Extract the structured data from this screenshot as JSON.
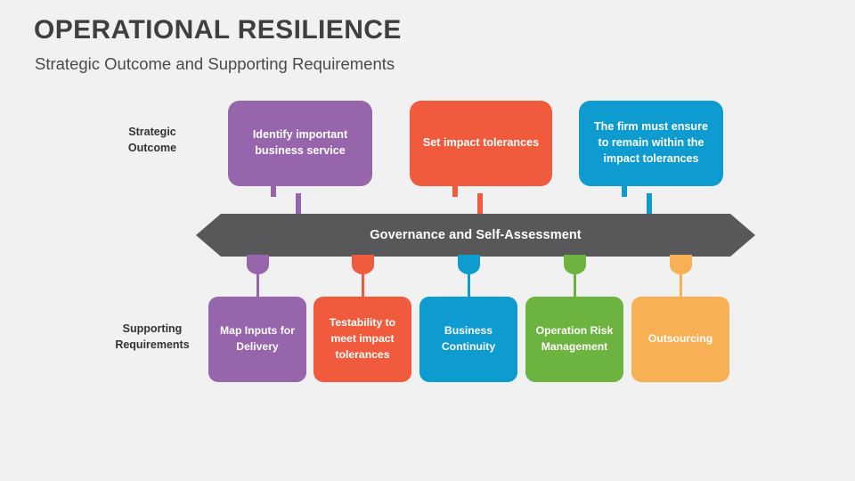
{
  "header": {
    "title": "OPERATIONAL RESILIENCE",
    "subtitle": "Strategic Outcome and Supporting Requirements"
  },
  "row_labels": {
    "strategic": "Strategic\nOutcome",
    "strategic_line1": "Strategic",
    "strategic_line2": "Outcome",
    "supporting_line1": "Supporting",
    "supporting_line2": "Requirements"
  },
  "center_bar": {
    "label": "Governance and Self-Assessment",
    "color": "#58585a",
    "shape": "double-headed-arrow"
  },
  "strategic_outcomes": [
    {
      "label": "Identify important business service",
      "color": "#9665ac"
    },
    {
      "label": "Set impact tolerances",
      "color": "#ef5b3c"
    },
    {
      "label": "The firm must ensure to remain within the impact tolerances",
      "color": "#0e9cd0"
    }
  ],
  "supporting_requirements": [
    {
      "label": "Map Inputs for Delivery",
      "color": "#9665ac"
    },
    {
      "label": "Testability to meet impact tolerances",
      "color": "#ef5b3c"
    },
    {
      "label": "Business Continuity",
      "color": "#0e9cd0"
    },
    {
      "label": "Operation Risk Management",
      "color": "#6db33f"
    },
    {
      "label": "Outsourcing",
      "color": "#f7b053"
    }
  ],
  "theme": {
    "background": "#f1f1f1",
    "title_color": "#3f3f3f",
    "subtitle_color": "#4a4a4a",
    "label_color": "#333333",
    "card_text_color": "#ffffff"
  }
}
